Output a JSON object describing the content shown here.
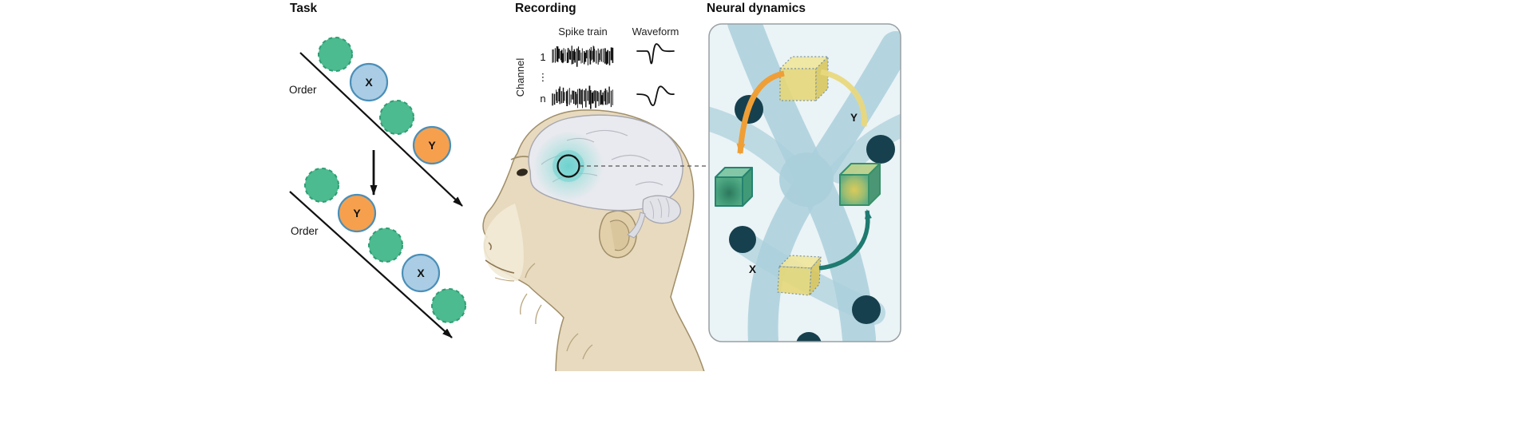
{
  "panels": {
    "task": {
      "title": "Task",
      "order_labels": [
        "Order",
        "Order"
      ],
      "x_label": "X",
      "y_label": "Y"
    },
    "recording": {
      "title": "Recording",
      "spike_train_label": "Spike train",
      "waveform_label": "Waveform",
      "channel_label": "Channel",
      "channel_first": "1",
      "channel_ellipsis": "⋮",
      "channel_last": "n"
    },
    "neural_dynamics": {
      "title": "Neural dynamics",
      "y_label": "Y",
      "x_label": "X"
    }
  },
  "colors": {
    "sequence_green": "#4cbb8f",
    "sequence_blue_fill": "#aacde5",
    "sequence_orange_fill": "#f6a04e",
    "sequence_ring_blue": "#4b8fb8",
    "arrow_black": "#111111",
    "monkey_skin": "#e8dabf",
    "brain_gray": "#e9eaef",
    "recording_site_teal": "#65d3cf",
    "panel_background": "#eaf3f6",
    "manifold_blob_blue": "#aacfdc",
    "node_dark_teal": "#16404e",
    "cube_yellow": "#e6d87a",
    "cube_green": "#4aa87e",
    "arrow_orange": "#ef9f36",
    "arrow_teal": "#1f7a70"
  }
}
